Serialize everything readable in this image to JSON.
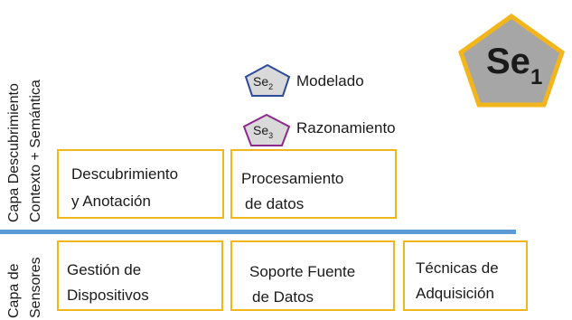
{
  "layers": {
    "upper_line1": "Capa Descubrimiento",
    "upper_line2": "Contexto + Semántica",
    "lower_line1": "Capa de",
    "lower_line2": "Sensores"
  },
  "boxes": {
    "descubrimiento": {
      "line1": "Descubrimiento",
      "line2": "y Anotación"
    },
    "procesamiento": {
      "line1": "Procesamiento",
      "line2": "de datos"
    },
    "gestion": {
      "line1": "Gestión de",
      "line2": "Dispositivos"
    },
    "soporte": {
      "line1": "Soporte Fuente",
      "line2": "de Datos"
    },
    "tecnicas": {
      "line1": "Técnicas de",
      "line2": "Adquisición"
    }
  },
  "badges": {
    "se1": {
      "text": "Se",
      "sub": "1"
    },
    "se2": {
      "text": "Se",
      "sub": "2",
      "label": "Modelado"
    },
    "se3": {
      "text": "Se",
      "sub": "3",
      "label": "Razonamiento"
    }
  },
  "colors": {
    "box_border": "#f2b61c",
    "separator": "#5b9bd5",
    "se1_fill": "#a6a6a6",
    "se1_border": "#f2b61c",
    "se2_fill": "#d9d9d9",
    "se2_border": "#2e4a9a",
    "se3_fill": "#d9d9d9",
    "se3_border": "#8b2a8b"
  }
}
